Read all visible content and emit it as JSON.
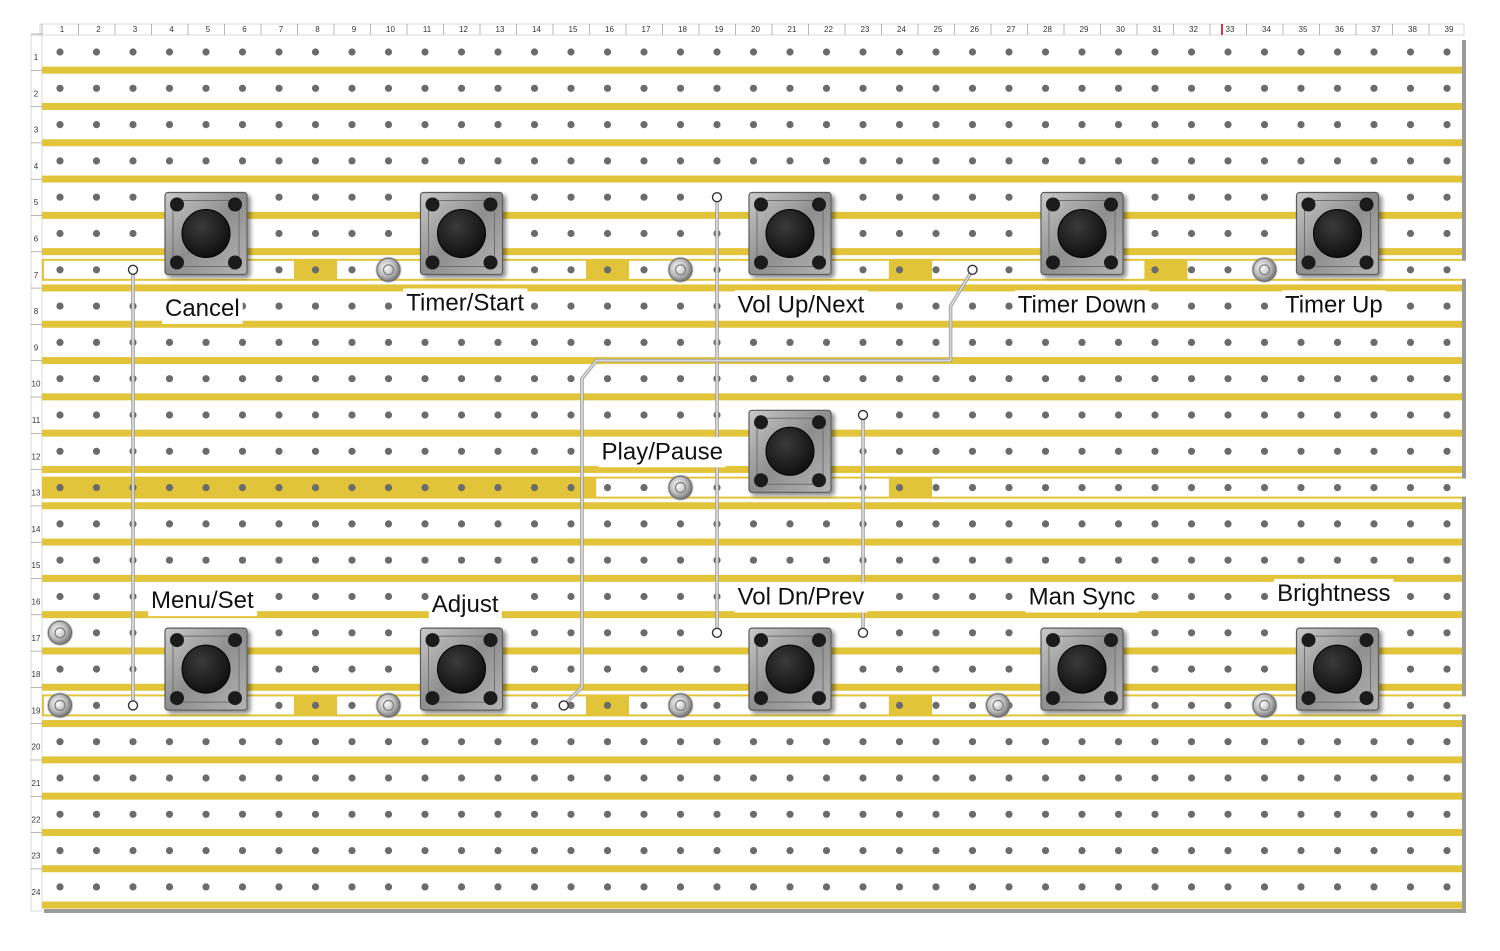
{
  "board": {
    "strip_color": "#e2c43a",
    "ruler_columns": [
      "1",
      "2",
      "3",
      "4",
      "5",
      "6",
      "7",
      "8",
      "9",
      "10",
      "11",
      "12",
      "13",
      "14",
      "15",
      "16",
      "17",
      "18",
      "19",
      "20",
      "21",
      "22",
      "23",
      "24",
      "25",
      "26",
      "27",
      "28",
      "29",
      "30",
      "31",
      "32",
      "33",
      "34",
      "35",
      "36",
      "37",
      "38",
      "39"
    ],
    "ruler_rows": [
      "1",
      "2",
      "3",
      "4",
      "5",
      "6",
      "7",
      "8",
      "9",
      "10",
      "11",
      "12",
      "13",
      "14",
      "15",
      "16",
      "17",
      "18",
      "19",
      "20",
      "21",
      "22",
      "23",
      "24"
    ],
    "highlighted_column": "33"
  },
  "buttons": [
    {
      "label": "Cancel"
    },
    {
      "label": "Timer/Start"
    },
    {
      "label": "Vol Up/Next"
    },
    {
      "label": "Timer Down"
    },
    {
      "label": "Timer Up"
    },
    {
      "label": "Play/Pause"
    },
    {
      "label": "Menu/Set"
    },
    {
      "label": "Adjust"
    },
    {
      "label": "Vol Dn/Prev"
    },
    {
      "label": "Man Sync"
    },
    {
      "label": "Brightness"
    }
  ]
}
